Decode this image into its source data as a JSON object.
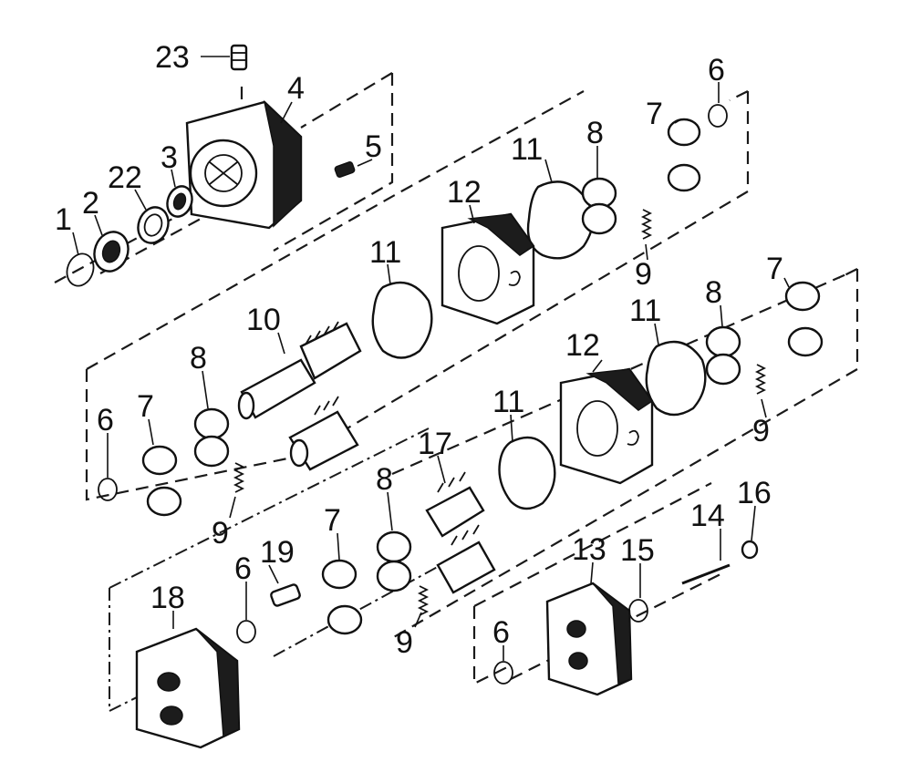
{
  "callouts": [
    {
      "id": "c1",
      "text": "1"
    },
    {
      "id": "c2",
      "text": "2"
    },
    {
      "id": "c22",
      "text": "22"
    },
    {
      "id": "c3",
      "text": "3"
    },
    {
      "id": "c23",
      "text": "23"
    },
    {
      "id": "c4",
      "text": "4"
    },
    {
      "id": "c5",
      "text": "5"
    },
    {
      "id": "c11a",
      "text": "11"
    },
    {
      "id": "c8a",
      "text": "8"
    },
    {
      "id": "c7a",
      "text": "7"
    },
    {
      "id": "c6a",
      "text": "6"
    },
    {
      "id": "c12a",
      "text": "12"
    },
    {
      "id": "c9a",
      "text": "9"
    },
    {
      "id": "c11b",
      "text": "11"
    },
    {
      "id": "c10",
      "text": "10"
    },
    {
      "id": "c8b",
      "text": "8"
    },
    {
      "id": "c6b",
      "text": "6"
    },
    {
      "id": "c7b",
      "text": "7"
    },
    {
      "id": "c9b",
      "text": "9"
    },
    {
      "id": "c11c",
      "text": "11"
    },
    {
      "id": "c12b",
      "text": "12"
    },
    {
      "id": "c11d",
      "text": "11"
    },
    {
      "id": "c8c",
      "text": "8"
    },
    {
      "id": "c7c",
      "text": "7"
    },
    {
      "id": "c9c",
      "text": "9"
    },
    {
      "id": "c17",
      "text": "17"
    },
    {
      "id": "c8d",
      "text": "8"
    },
    {
      "id": "c7d",
      "text": "7"
    },
    {
      "id": "c19",
      "text": "19"
    },
    {
      "id": "c6c",
      "text": "6"
    },
    {
      "id": "c18",
      "text": "18"
    },
    {
      "id": "c9d",
      "text": "9"
    },
    {
      "id": "c16",
      "text": "16"
    },
    {
      "id": "c14",
      "text": "14"
    },
    {
      "id": "c15",
      "text": "15"
    },
    {
      "id": "c13",
      "text": "13"
    },
    {
      "id": "c6d",
      "text": "6"
    }
  ]
}
